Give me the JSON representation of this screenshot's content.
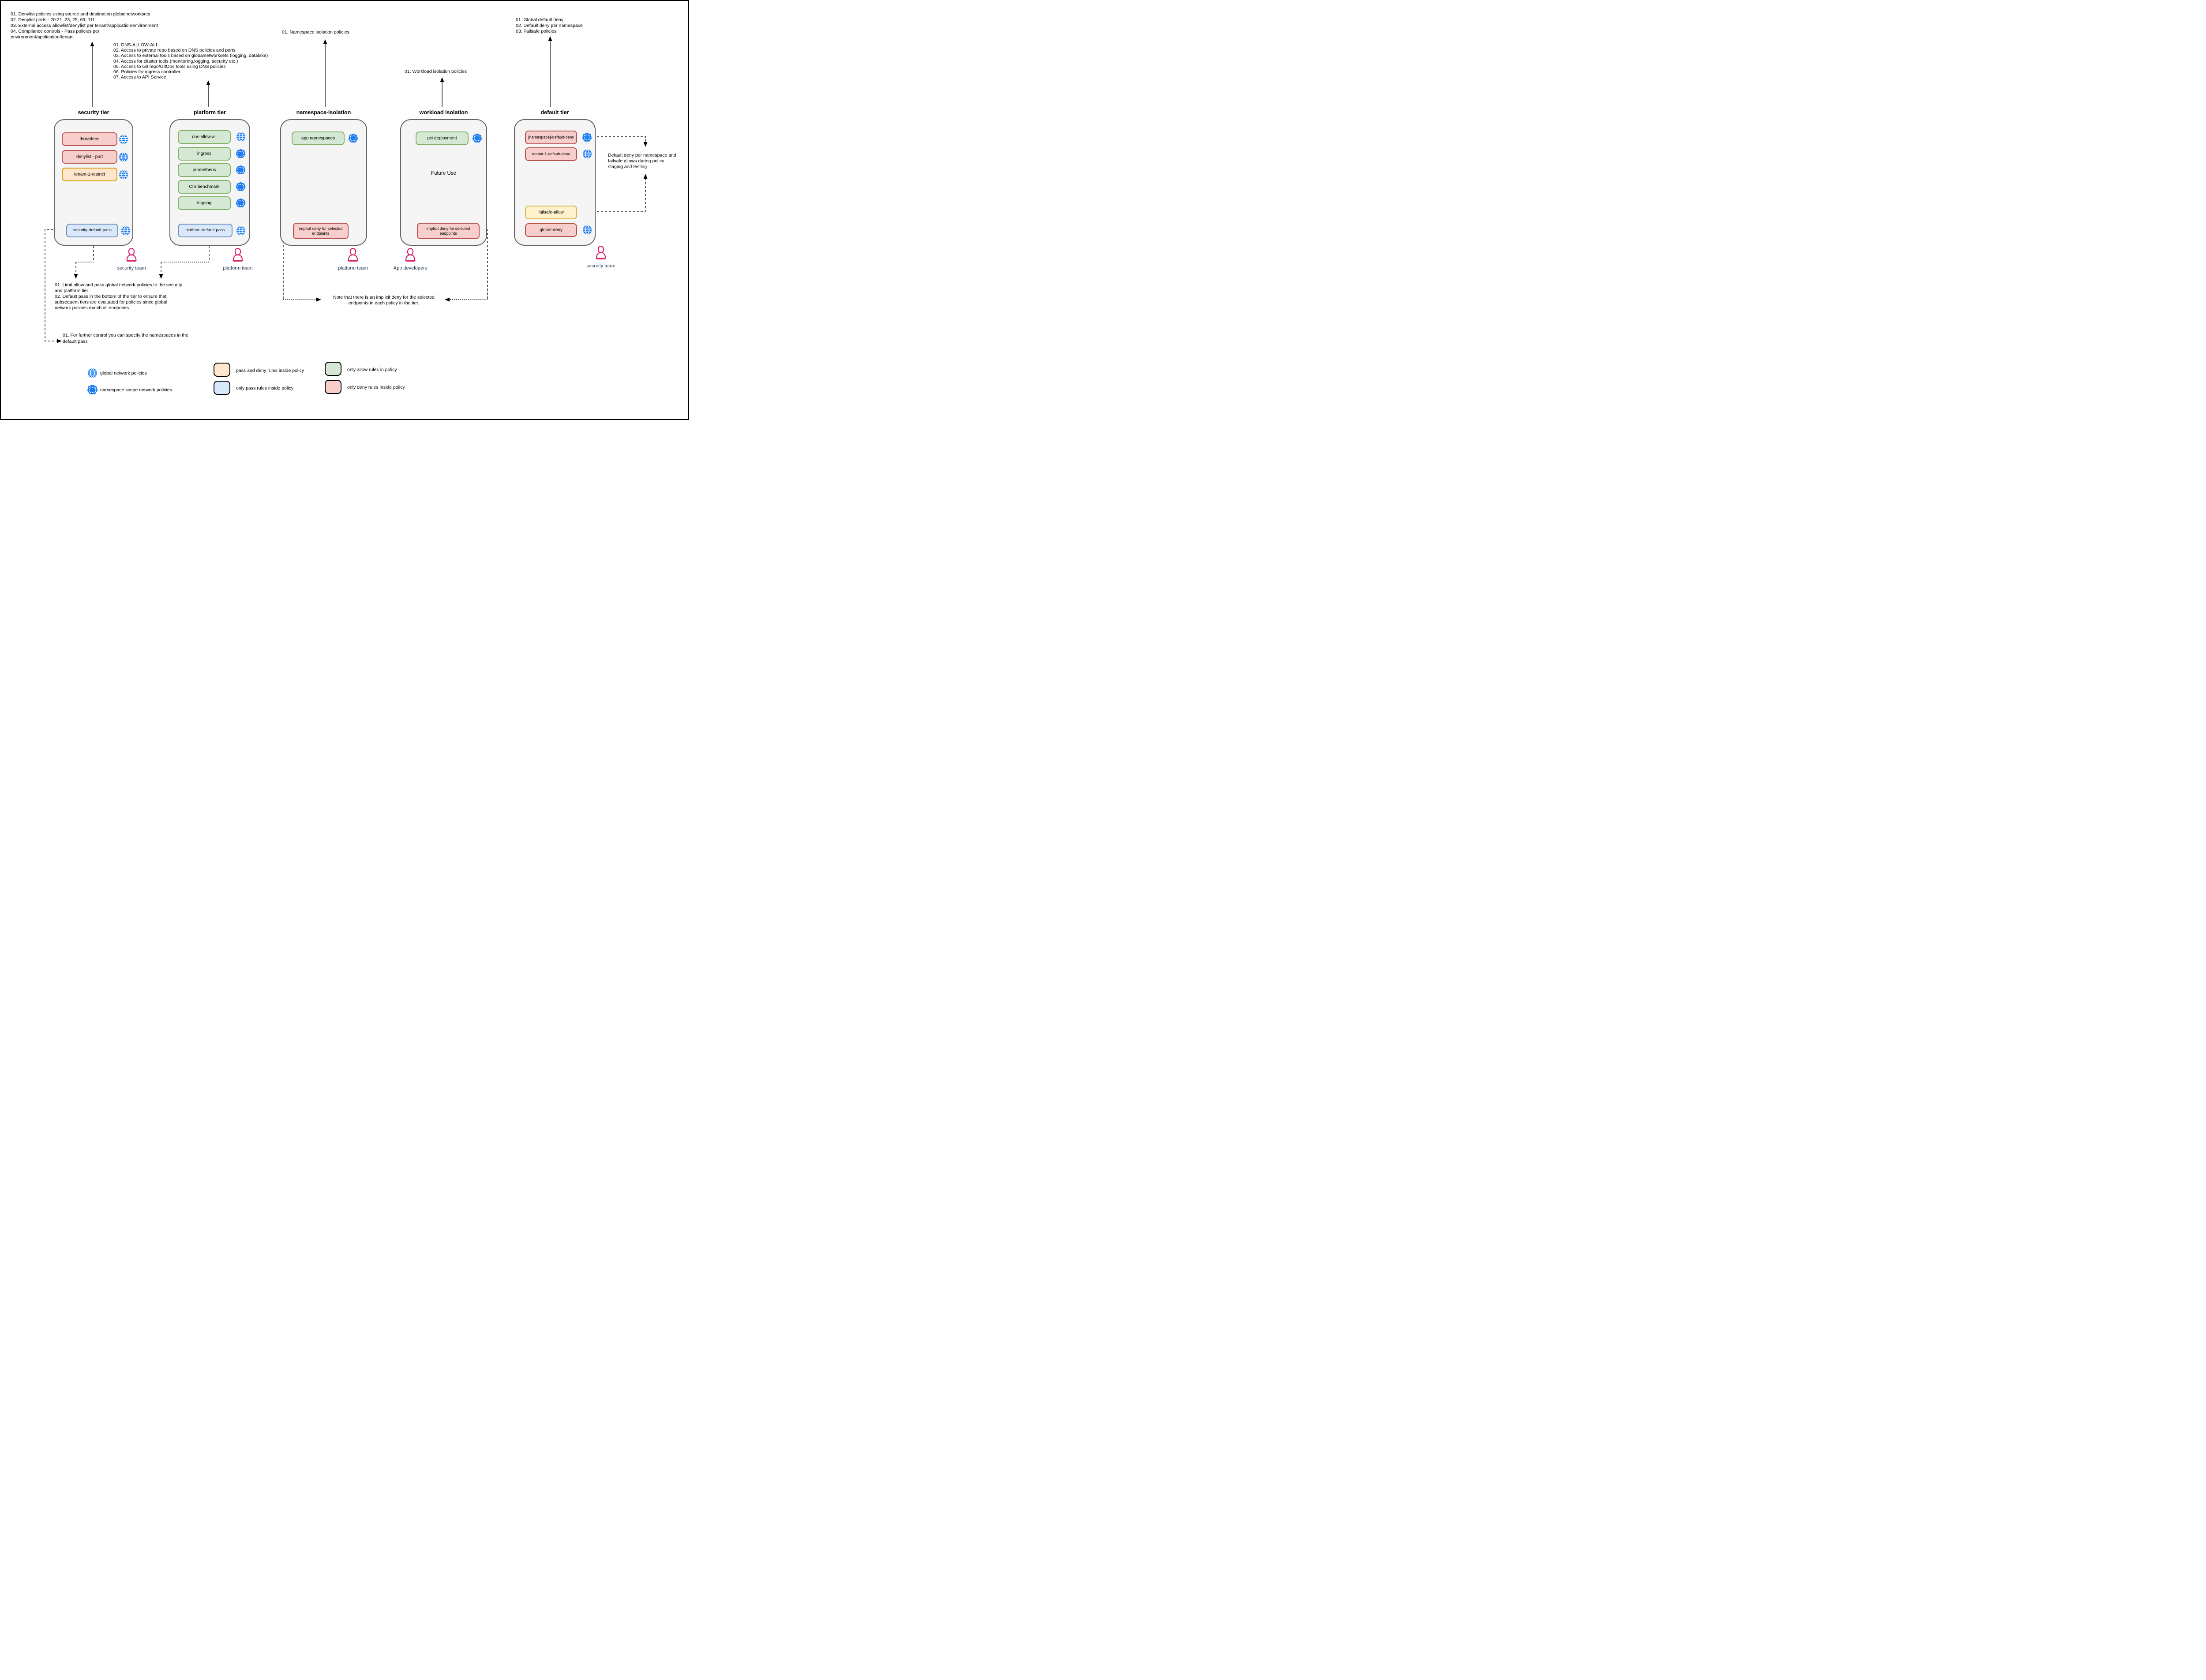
{
  "colors": {
    "globe_blue": "#1d7ef0",
    "person_pink": "#d6246e",
    "team_label": "#2d4155",
    "tier_fill": "#f5f5f5",
    "tier_border": "#666666",
    "red_fill": "#f8cecc",
    "red_border": "#b85450",
    "orange_fill": "#ffe6cc",
    "orange_border": "#d79b00",
    "yellow_fill": "#fff2cc",
    "yellow_border": "#d6b656",
    "green_fill": "#d5e8d4",
    "green_border": "#82b366",
    "blue_fill": "#dae8fc",
    "blue_border": "#6c8ebf"
  },
  "annotations": {
    "security_notes": {
      "l1": "01. Denylist policies using source and destination globalnetworksets",
      "l2": "02. Denylist ports - 20:21, 23, 25, 69, 111",
      "l3": "03. External access allowlist/denylist per tenant/application/environment",
      "l4": "04. Compliance controls - Pass policies per",
      "l5": "environment/application/tenant"
    },
    "platform_notes": {
      "l1": "01. DNS-ALLOW-ALL",
      "l2": "02. Access to private repo based on DNS policies and ports",
      "l3": "03. Access to external tools based on globalnetworksets (logging, datalake)",
      "l4": "04. Access for cluster tools (monitoring,logging, security etc.)",
      "l5": "05. Access to Git repo/GitOps tools using DNS policies",
      "l6": "06. Policies for ingress controller",
      "l7": "07. Access to API Service"
    },
    "namespace_note": "01. Namespace isolation policies",
    "workload_note": "01. Workload isolation policies",
    "default_notes": {
      "l1": "01. Global default deny",
      "l2": "02. Default deny per namespace",
      "l3": "03. Failsafe policies"
    },
    "pass_note": {
      "l1": "01. Limit allow and pass global network policies to the security",
      "l2": "and platform tier",
      "l3": "02. Default pass in the bottom of the tier to ensure that",
      "l4": "subsequent tiers are evaluated for policies since global",
      "l5": "network policies match all endpoints"
    },
    "further_control": {
      "l1": "01. For further control you can specify the namespaces in the",
      "l2": "default pass"
    },
    "implicit_deny_note": {
      "l1": "Note that there is an implicit deny for the selected",
      "l2": "endpoints in each policy in the tier."
    },
    "staging_note": {
      "l1": "Default deny per namespace and",
      "l2": "failsafe allows during policy",
      "l3": "staging and testing"
    }
  },
  "tiers": [
    {
      "title": "security tier",
      "policies": [
        {
          "label": "threatfeed",
          "rule": "only deny",
          "scope": "global"
        },
        {
          "label": "denylist - port",
          "rule": "only deny",
          "scope": "global"
        },
        {
          "label": "tenant-1-restrict",
          "rule": "pass and deny",
          "scope": "global"
        },
        {
          "label": "security-default-pass",
          "rule": "only pass",
          "scope": "global"
        }
      ]
    },
    {
      "title": "platform tier",
      "policies": [
        {
          "label": "dns-allow-all",
          "rule": "only allow",
          "scope": "global"
        },
        {
          "label": "ingress",
          "rule": "only allow",
          "scope": "namespace"
        },
        {
          "label": "prometheus",
          "rule": "only allow",
          "scope": "namespace"
        },
        {
          "label": "CIS benchmark",
          "rule": "only allow",
          "scope": "namespace"
        },
        {
          "label": "logging",
          "rule": "only allow",
          "scope": "namespace"
        },
        {
          "label": "platform-default-pass",
          "rule": "only pass",
          "scope": "global"
        }
      ]
    },
    {
      "title": "namespace-isolation",
      "policies": [
        {
          "label": "app namespaces",
          "rule": "only allow",
          "scope": "namespace"
        },
        {
          "label": "implicit deny for selected endpoints",
          "rule": "only deny",
          "scope": ""
        }
      ]
    },
    {
      "title": "workload isolation",
      "center_label": "Future Use",
      "policies": [
        {
          "label": "pci deployment",
          "rule": "only allow",
          "scope": "namespace"
        },
        {
          "label": "implicit deny for selected endpoints",
          "rule": "only deny",
          "scope": ""
        }
      ]
    },
    {
      "title": "default tier",
      "policies": [
        {
          "label": "[namespace]-default-deny",
          "rule": "only deny",
          "scope": "namespace"
        },
        {
          "label": "tenant-1-default-deny",
          "rule": "only deny",
          "scope": "global"
        },
        {
          "label": "failsafe-allow",
          "rule": "allow",
          "scope": ""
        },
        {
          "label": "global-deny",
          "rule": "only deny",
          "scope": "global"
        }
      ]
    }
  ],
  "teams": [
    {
      "label": "security team"
    },
    {
      "label": "platform team"
    },
    {
      "label": "platform team"
    },
    {
      "label": "App developers"
    },
    {
      "label": "security team"
    }
  ],
  "legend": {
    "global_icon_label": "global network policies",
    "namespace_icon_label": "namespace scope network policies",
    "pass_deny_label": "pass and deny rules inside policy",
    "only_pass_label": "only pass rules inside policy",
    "only_allow_label": "only allow rules in policy",
    "only_deny_label": "only deny rules inside policy"
  }
}
